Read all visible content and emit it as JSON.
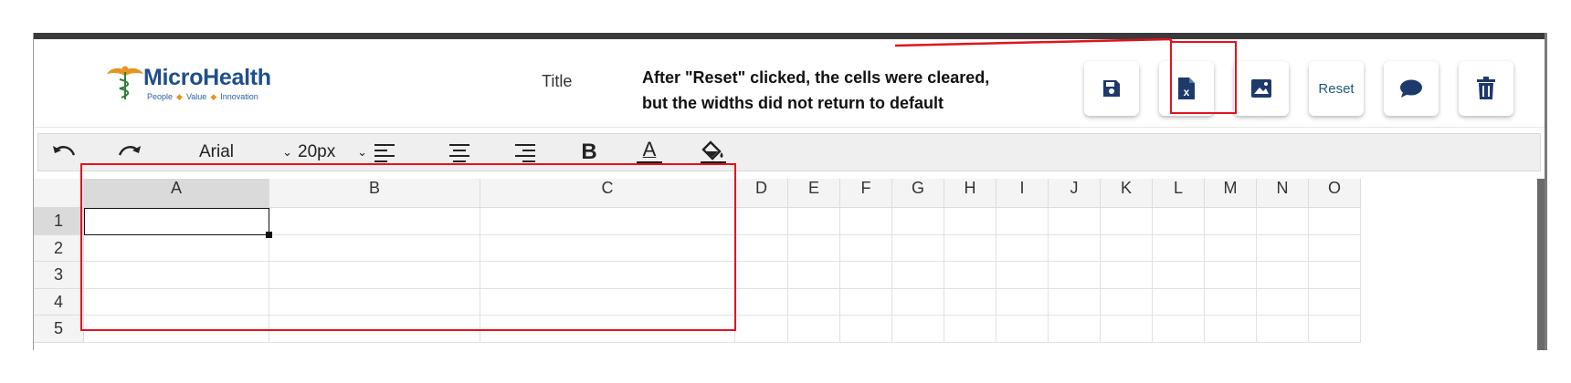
{
  "header": {
    "logo": {
      "name": "MicroHealth",
      "tagline": [
        "People",
        "Value",
        "Innovation"
      ],
      "tagline_separator": "◆"
    },
    "title_label": "Title",
    "annotation": [
      "After \"Reset\" clicked, the cells were cleared,",
      "but the widths did not return to default"
    ],
    "buttons": [
      {
        "name": "save-button",
        "icon": "floppy-disk-icon"
      },
      {
        "name": "export-excel-button",
        "icon": "excel-file-icon"
      },
      {
        "name": "export-image-button",
        "icon": "image-icon"
      },
      {
        "name": "reset-button",
        "label": "Reset"
      },
      {
        "name": "comment-button",
        "icon": "speech-bubble-icon"
      },
      {
        "name": "delete-button",
        "icon": "trash-icon"
      }
    ]
  },
  "toolbar": {
    "undo_icon": "undo-icon",
    "redo_icon": "redo-icon",
    "font_family": "Arial",
    "font_size": "20px",
    "align_left_icon": "align-left-icon",
    "align_center_icon": "align-center-icon",
    "align_right_icon": "align-right-icon",
    "bold_label": "B",
    "font_color_label": "A",
    "fill_color_icon": "paint-bucket-icon"
  },
  "grid": {
    "columns": [
      "A",
      "B",
      "C",
      "D",
      "E",
      "F",
      "G",
      "H",
      "I",
      "J",
      "K",
      "L",
      "M",
      "N",
      "O"
    ],
    "rows": [
      "1",
      "2",
      "3",
      "4",
      "5"
    ],
    "selected_column": "A",
    "selected_row": "1",
    "active_cell": "A1"
  },
  "colors": {
    "annotation_red": "#e0141e",
    "accent_blue": "#1f4e8c",
    "icon_blue": "#1e3a6b",
    "logo_orange": "#e8931e"
  }
}
